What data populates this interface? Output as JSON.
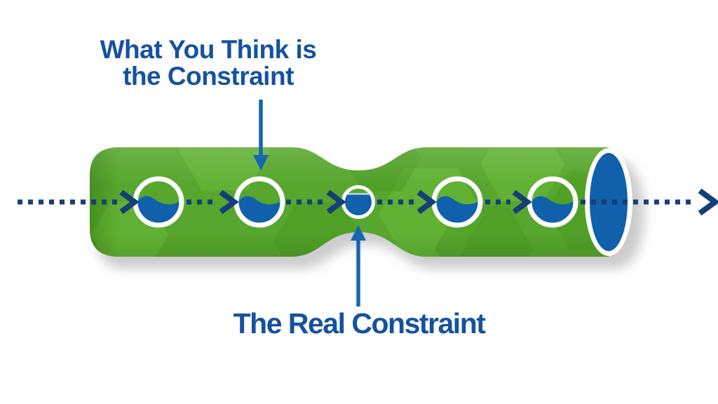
{
  "title": {
    "text": "What You Think is\nthe Constraint"
  },
  "footer_label": {
    "text": "The Real Constraint"
  },
  "diagram": {
    "flow_direction": "left-to-right",
    "large_chamber_count": 4,
    "constraint_chamber_count": 1
  },
  "colors": {
    "background": "#ffffff",
    "green_base": "#57a62d",
    "green_light": "#6ab93a",
    "green_dark": "#4a9a24",
    "liquid_blue": "#1160ab",
    "dot_navy": "#143f77",
    "arrow_blue": "#1765b3",
    "text_blue": "#15529e",
    "ring_white": "#ffffff",
    "shadow_gray": "#8e8e8e"
  }
}
